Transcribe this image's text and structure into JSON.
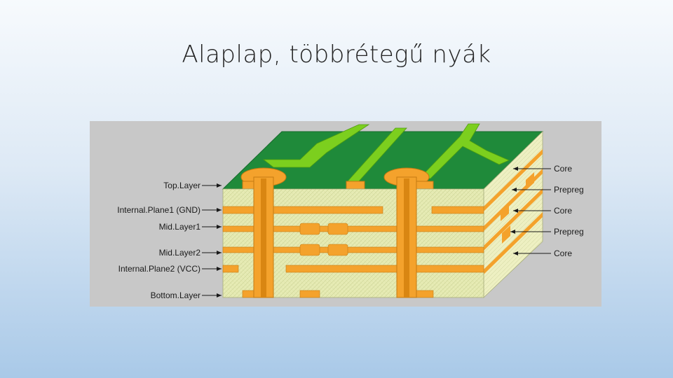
{
  "slide": {
    "title": "Alaplap, többrétegű nyák"
  },
  "diagram": {
    "left_labels": [
      "Top.Layer",
      "Internal.Plane1 (GND)",
      "Mid.Layer1",
      "Mid.Layer2",
      "Internal.Plane2 (VCC)",
      "Bottom.Layer"
    ],
    "right_labels": [
      "Core",
      "Prepreg",
      "Core",
      "Prepreg",
      "Core"
    ],
    "colors": {
      "green": "#1f8a3a",
      "trace": "#7ccf1e",
      "copper": "#f4a22c",
      "substrate": "#e8ecb6",
      "panel": "#c8c8c8"
    }
  }
}
